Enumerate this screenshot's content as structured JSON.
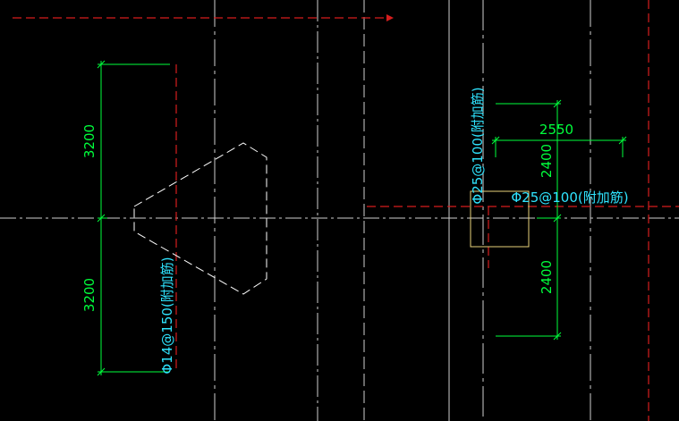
{
  "colors": {
    "background": "#000000",
    "axis_line": "#cfcfcf",
    "red_line": "#d61e1e",
    "dimension": "#00ff3c",
    "rebar_text": "#2fe4ff",
    "opening_outline": "#ffffff",
    "pile_cap": "#e8d27a"
  },
  "dimensions": {
    "left_upper": "3200",
    "left_lower": "3200",
    "right_width": "2550",
    "right_upper": "2400",
    "right_lower": "2400"
  },
  "rebar_labels": {
    "left_additional": "Φ14@150(附加筋)",
    "right_vertical": "Φ25@100(附加筋)",
    "right_horizontal": "Φ25@100(附加筋)"
  }
}
